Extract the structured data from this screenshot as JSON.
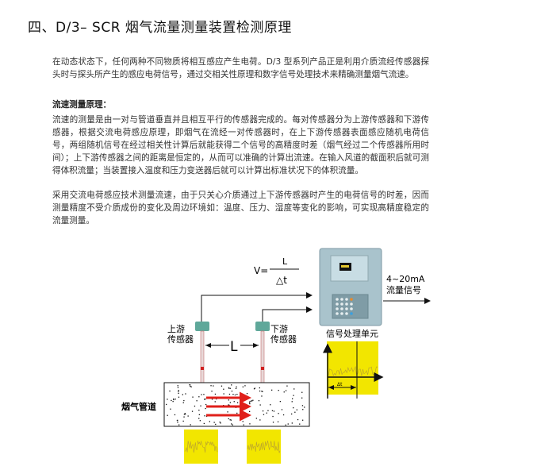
{
  "title": "四、D/3– SCR  烟气流量测量装置检测原理",
  "intro": "在动态状态下，任何两种不同物质将相互感应产生电荷。D/3 型系列产品正是利用介质流经传感器探头时与探头所产生的感应电荷信号，通过交相关性原理和数字信号处理技术来精确测量烟气流速。",
  "section_heading": "流速测量原理：",
  "paragraph2": "流速的测量是由一对与管道垂直并且相互平行的传感器完成的。每对传感器分为上游传感器和下游传感器，根据交流电荷感应原理，即烟气在流经一对传感器时，在上下游传感器表面感应随机电荷信号，两组随机信号在经过相关性计算后就能获得二个信号的高精度时差（烟气经过二个传感器所用时间）；上下游传感器之间的距离是恒定的，从而可以准确的计算出流速。在输入风道的截面积后就可测得体积流量；当装置接入温度和压力变送器后就可以计算出标准状况下的体积流量。",
  "paragraph3": "采用交流电荷感应技术测量流速，由于只关心介质通过上下游传感器时产生的电荷信号的时差，因而测量精度不受介质成份的变化及周边环境如：温度、压力、湿度等变化的影响，可实现高精度稳定的流量测量。",
  "diagram": {
    "formula_lhs": "V=",
    "formula_num": "L",
    "formula_den": "△t",
    "output_line1": "4~20mA",
    "output_line2": "流量信号",
    "upstream_line1": "上游",
    "upstream_line2": "传感器",
    "downstream_line1": "下游",
    "downstream_line2": "传感器",
    "distance_label": "L",
    "unit_label": "信号处理单元",
    "pipe_label": "烟气管道",
    "delta_label": "Δt",
    "colors": {
      "signal_bg": "#f2e600",
      "flow_arrow": "#e0201b",
      "device": "#a9c3cc"
    }
  }
}
